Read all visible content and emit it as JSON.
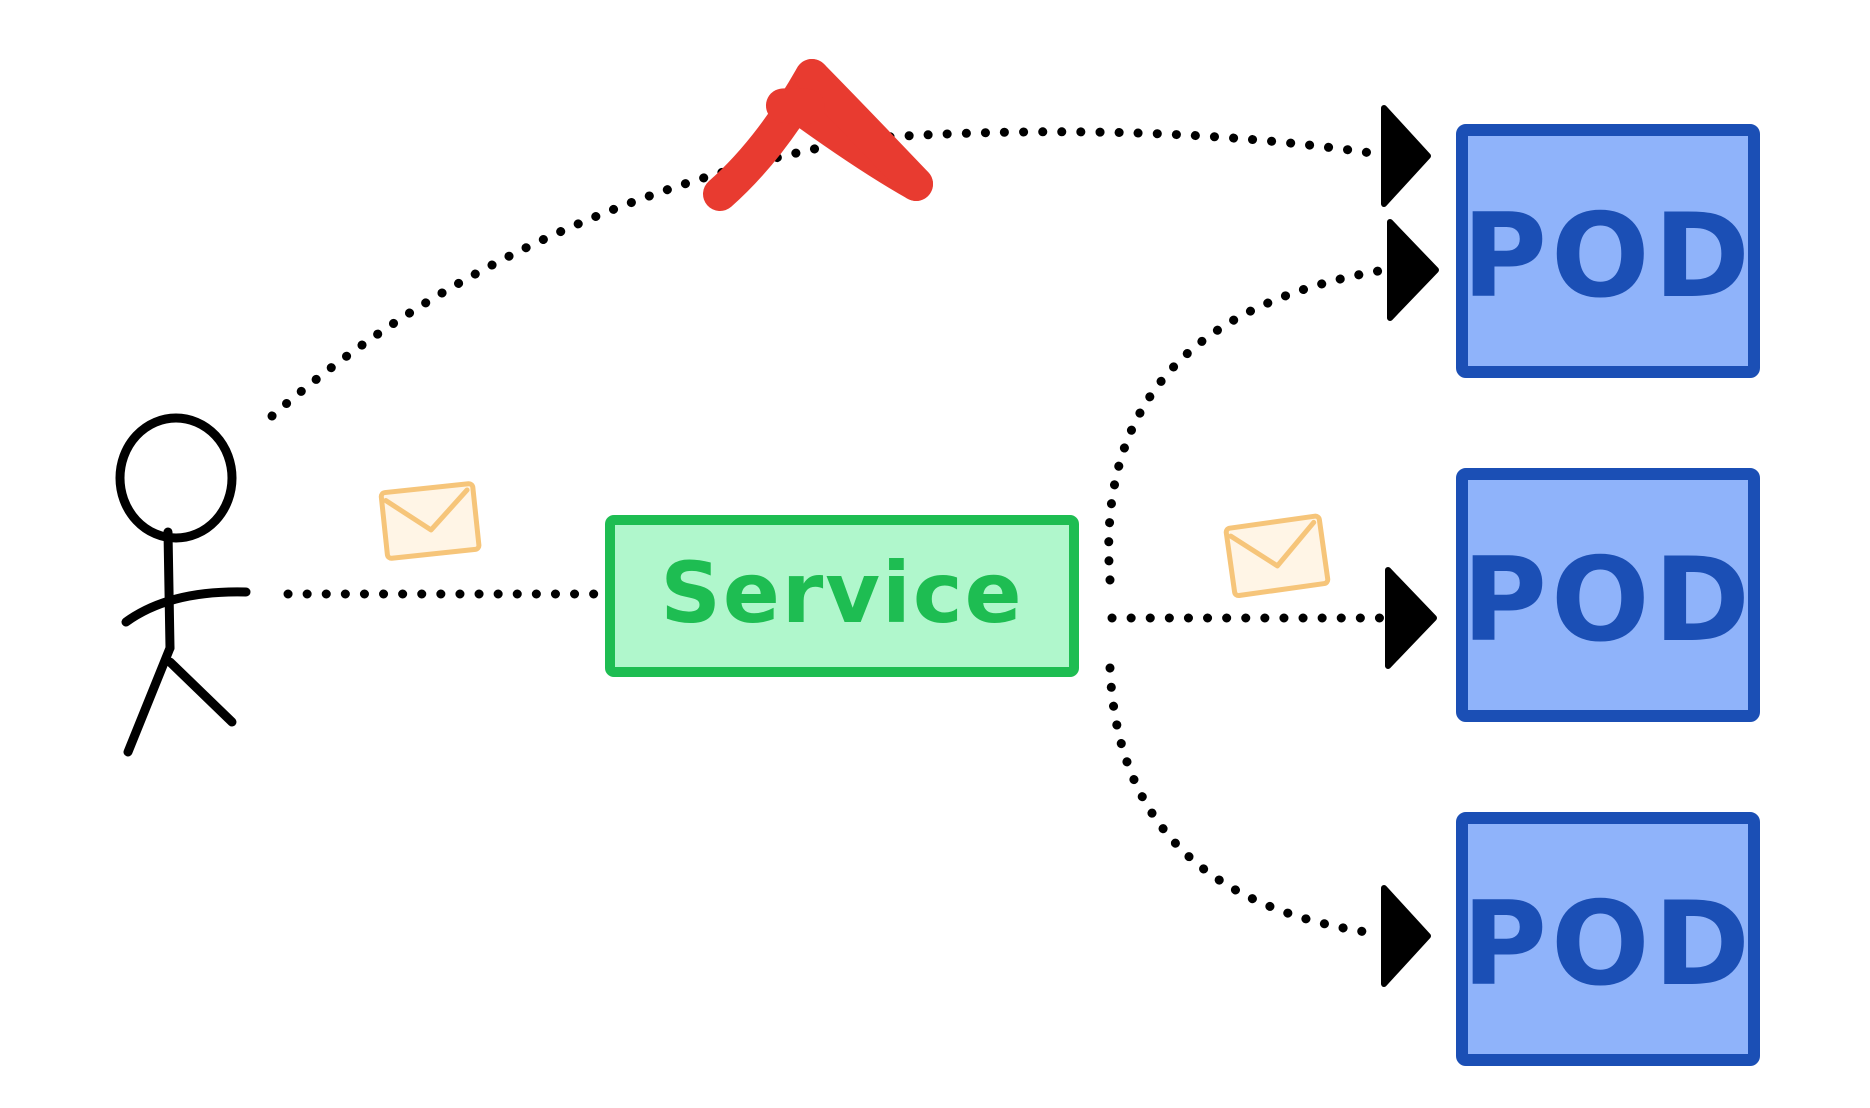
{
  "service": {
    "label": "Service",
    "fill": "#b0f7cc",
    "stroke": "#1ebd52",
    "text_color": "#1ebd52"
  },
  "pods": [
    {
      "label": "POD"
    },
    {
      "label": "POD"
    },
    {
      "label": "POD"
    }
  ],
  "pod_style": {
    "fill": "#8fb3fa",
    "stroke": "#1b4fb5",
    "text_color": "#1b4fb5"
  },
  "blocked_marker": {
    "icon": "red-x-icon",
    "color": "#e83b30"
  },
  "message_icon": {
    "icon": "envelope-icon",
    "color": "#f6c57a"
  },
  "user_icon": "stick-figure-icon"
}
